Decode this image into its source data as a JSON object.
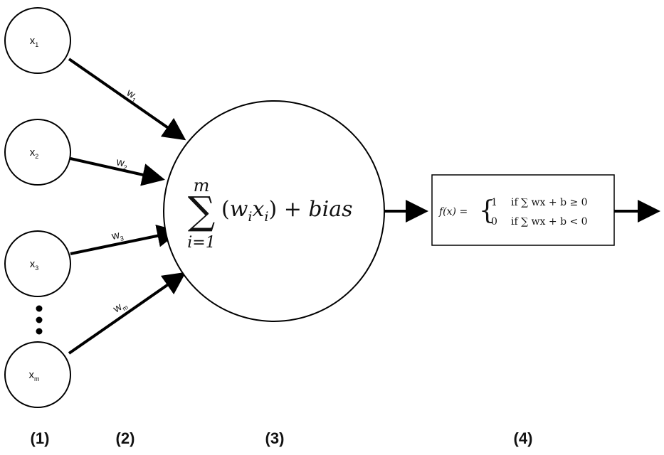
{
  "inputs": [
    {
      "base": "x",
      "sub": "1"
    },
    {
      "base": "x",
      "sub": "2"
    },
    {
      "base": "x",
      "sub": "3"
    },
    {
      "base": "x",
      "sub": "m"
    }
  ],
  "weights": [
    {
      "base": "w",
      "sub": "1"
    },
    {
      "base": "w",
      "sub": "2"
    },
    {
      "base": "w",
      "sub": "3"
    },
    {
      "base": "w",
      "sub": "m"
    }
  ],
  "summation": {
    "sigma": "∑",
    "upper": "m",
    "lower": "i=1",
    "open": "(",
    "w": "w",
    "w_sub": "i",
    "x": "x",
    "x_sub": "i",
    "close": ")",
    "plus_bias": " + bias"
  },
  "activation": {
    "lhs": "f(x) =",
    "brace": "{",
    "case1_value": "1",
    "case1_condition": "if  ∑ wx + b ≥ 0",
    "case0_value": "0",
    "case0_condition": "if  ∑ wx + b < 0"
  },
  "stage_labels": [
    "(1)",
    "(2)",
    "(3)",
    "(4)"
  ]
}
